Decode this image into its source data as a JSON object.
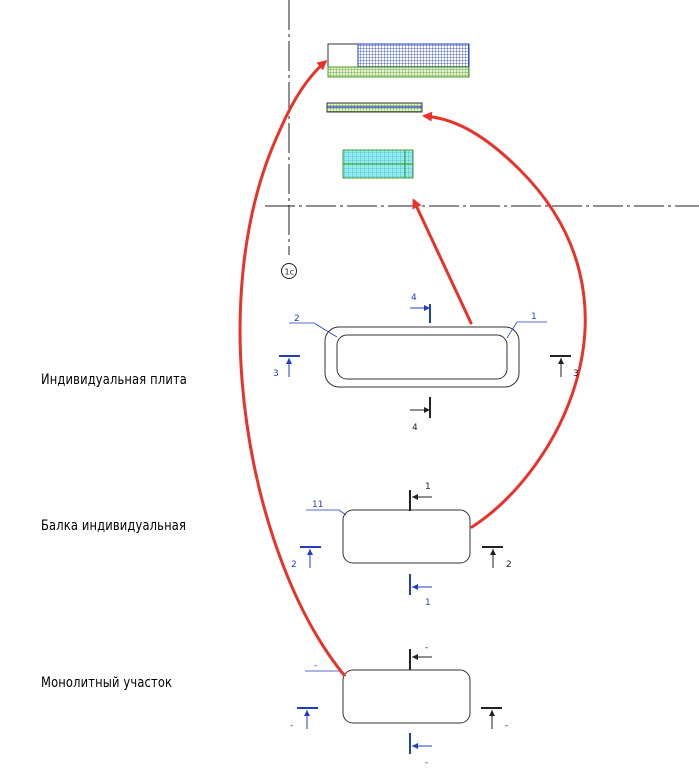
{
  "labels": {
    "individual_plate": "Индивидуальная плита",
    "individual_beam": "Балка индивидуальная",
    "monolithic_section": "Монолитный участок"
  },
  "grid_axis": {
    "label": "1c"
  },
  "plate_view": {
    "leader_left": "2",
    "leader_right": "1",
    "section_top": "4",
    "section_bottom": "4",
    "section_left": "3",
    "section_right": "3"
  },
  "beam_view": {
    "leader_left": "11",
    "section_top": "1",
    "section_bottom": "1",
    "section_left": "2",
    "section_right": "2"
  },
  "mono_view": {
    "leader_left": "-",
    "section_top": "-",
    "section_bottom": "-",
    "section_left": "-",
    "section_right": "-"
  },
  "colors": {
    "arrow": "#e8332a",
    "blue": "#1f3fbf",
    "outline": "#333333",
    "cyan_fill": "#8ef0ee",
    "green": "#4a9a2a"
  }
}
